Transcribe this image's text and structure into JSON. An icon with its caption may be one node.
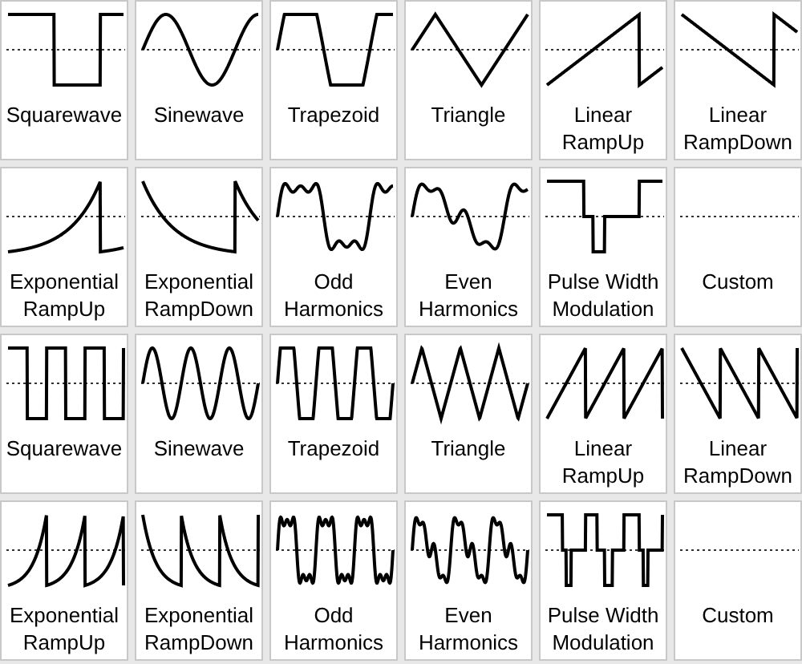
{
  "diagram": {
    "nodes": [
      {
        "text": [
          "Squarewave"
        ]
      },
      {
        "text": [
          "Sinewave"
        ]
      },
      {
        "text": [
          "Trapezoid"
        ]
      },
      {
        "text": [
          "Triangle"
        ]
      },
      {
        "text": [
          "Linear RampUp"
        ]
      },
      {
        "text": [
          "Linear RampDown"
        ]
      },
      {
        "text": [
          "Exponential RampUp"
        ]
      },
      {
        "text": [
          "Exponential RampDown"
        ]
      },
      {
        "text": [
          "Odd Harmonics"
        ]
      },
      {
        "text": [
          "Even Harmonics"
        ]
      },
      {
        "text": [
          "Pulse Width Modulation"
        ]
      },
      {
        "text": [
          "Custom"
        ]
      },
      {
        "text": [
          "Squarewave"
        ]
      },
      {
        "text": [
          "Sinewave"
        ]
      },
      {
        "text": [
          "Trapezoid"
        ]
      },
      {
        "text": [
          "Triangle"
        ]
      },
      {
        "text": [
          "Linear RampUp"
        ]
      },
      {
        "text": [
          "Linear RampDown"
        ]
      },
      {
        "text": [
          "Exponential RampUp"
        ]
      },
      {
        "text": [
          "Exponential RampDown"
        ]
      },
      {
        "text": [
          "Odd Harmonics"
        ]
      },
      {
        "text": [
          "Even Harmonics"
        ]
      },
      {
        "text": [
          "Pulse Width Modulation"
        ]
      },
      {
        "text": [
          "Custom"
        ]
      }
    ]
  }
}
